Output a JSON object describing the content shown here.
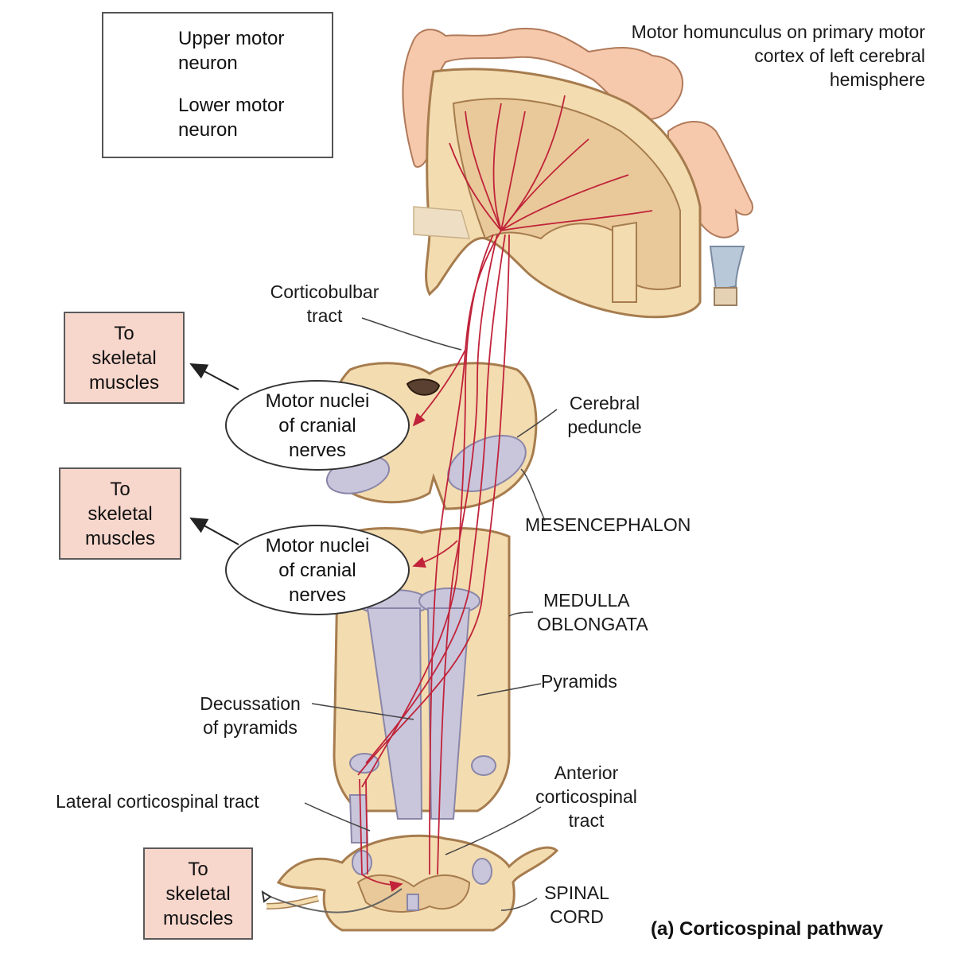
{
  "legend": {
    "upper_motor_neuron": [
      "Upper motor",
      "neuron"
    ],
    "lower_motor_neuron": [
      "Lower motor",
      "neuron"
    ]
  },
  "labels": {
    "homunculus": [
      "Motor homunculus on primary motor",
      "cortex of left cerebral",
      "hemisphere"
    ],
    "corticobulbar": [
      "Corticobulbar",
      "tract"
    ],
    "cerebral_peduncle": [
      "Cerebral",
      "peduncle"
    ],
    "mesencephalon": "MESENCEPHALON",
    "medulla": [
      "MEDULLA",
      "OBLONGATA"
    ],
    "pyramids": "Pyramids",
    "decussation": [
      "Decussation",
      "of pyramids"
    ],
    "lateral_tract": "Lateral corticospinal tract",
    "anterior_tract": [
      "Anterior",
      "corticospinal",
      "tract"
    ],
    "spinal_cord": [
      "SPINAL",
      "CORD"
    ]
  },
  "boxes": {
    "muscles_1": [
      "To",
      "skeletal",
      "muscles"
    ],
    "muscles_2": [
      "To",
      "skeletal",
      "muscles"
    ],
    "muscles_3": [
      "To",
      "skeletal",
      "muscles"
    ]
  },
  "ovals": {
    "nuclei_1": [
      "Motor nuclei",
      "of cranial",
      "nerves"
    ],
    "nuclei_2": [
      "Motor nuclei",
      "of cranial",
      "nerves"
    ]
  },
  "caption": "(a) Corticospinal pathway",
  "colors": {
    "tissue": "#f3dcb0",
    "tissue_edge": "#a67c4e",
    "grey_matter": "#e9c999",
    "tract": "#c9c6dc",
    "neuron": "#c0233a",
    "box_fill": "#f7d6cc",
    "skin": "#f6c9ad"
  }
}
